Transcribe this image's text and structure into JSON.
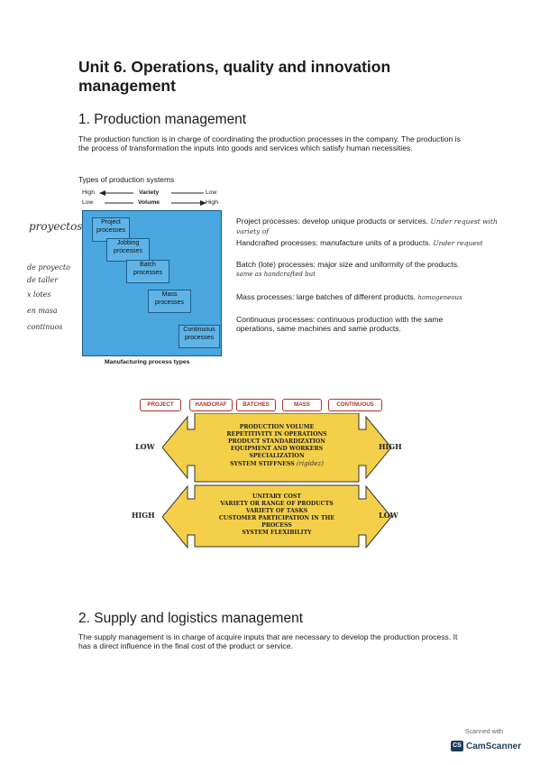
{
  "title": "Unit 6. Operations, quality and innovation management",
  "section1": {
    "heading": "1. Production management",
    "paragraph": "The production function is in charge of coordinating the production processes in the company. The production is the process of transformation the inputs into goods and services which satisfy human necessities.",
    "types_heading": "Types of production systems",
    "axis": {
      "high": "High",
      "low": "Low",
      "variety": "Variety",
      "volume": "Volume",
      "low_r": "Low",
      "high_r": "High"
    },
    "diagram_boxes": [
      "Project",
      "processes",
      "Jobbing",
      "processes",
      "Batch",
      "processes",
      "Mass",
      "processes",
      "Continuous",
      "processes"
    ],
    "caption": "Manufacturing process types",
    "process_list": [
      {
        "text": "Project processes: develop unique products or services.",
        "note": "Under request with variety of"
      },
      {
        "text": "Handcrafted processes: manufacture units of a products.",
        "note": "Under request"
      },
      {
        "text": "Batch (lote) processes: major size and uniformity of the products.",
        "note": "same as handcrafted but"
      },
      {
        "text": "Mass processes: large batches of different products.",
        "note": "homogeneous"
      },
      {
        "text": "Continuous processes: continuous production with the same operations, same machines and same products.",
        "note": ""
      }
    ],
    "margin_notes": [
      "proyectos",
      "de proyecto",
      "de taller",
      "x lotes",
      "en masa",
      "continuos"
    ],
    "tags": [
      "PROJECT",
      "HANDCRAF",
      "BATCHES",
      "MASS",
      "CONTINUOUS"
    ],
    "arrow1": {
      "left": "LOW",
      "right": "HIGH",
      "lines": [
        "PRODUCTION VOLUME",
        "REPETITIVITY IN OPERATIONS",
        "PRODUCT STANDARDIZATION",
        "EQUIPMENT AND WORKERS",
        "SPECIALIZATION",
        "SYSTEM STIFFNESS"
      ],
      "note": "(rigidez)"
    },
    "arrow2": {
      "left": "HIGH",
      "right": "LOW",
      "lines": [
        "UNITARY COST",
        "VARIETY OR RANGE OF PRODUCTS",
        "VARIETY OF TASKS",
        "CUSTOMER PARTICIPATION IN THE",
        "PROCESS",
        "SYSTEM FLEXIBILITY"
      ]
    }
  },
  "section2": {
    "heading": "2. Supply and logistics management",
    "paragraph": "The supply management is in charge of acquire inputs that are necessary to develop the production process. It has a direct influence in the final cost of the product or service."
  },
  "watermark": {
    "scanned": "Scanned with",
    "brand": "CamScanner"
  }
}
